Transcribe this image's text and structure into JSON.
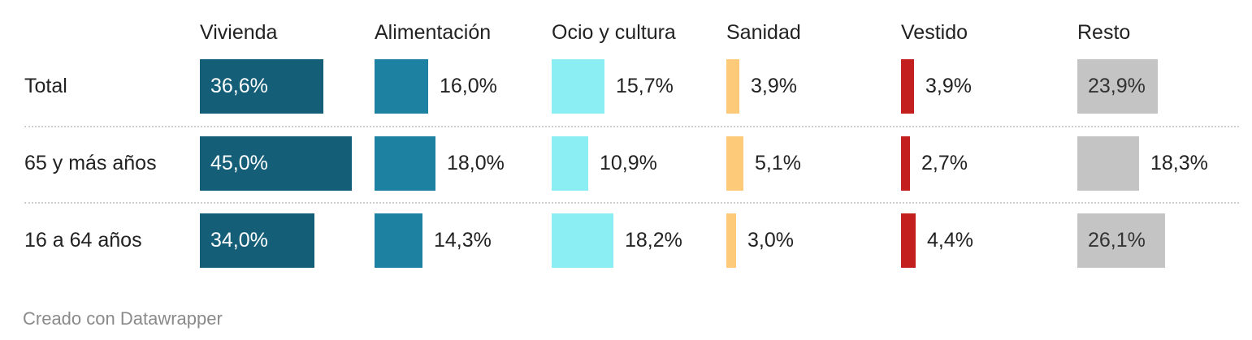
{
  "chart_data": {
    "type": "bar",
    "categories": [
      "Total",
      "65 y más años",
      "16 a 64 años"
    ],
    "series": [
      {
        "name": "Vivienda",
        "values": [
          36.6,
          45.0,
          34.0
        ],
        "labels": [
          "36,6%",
          "45,0%",
          "34,0%"
        ],
        "color": "#155e78",
        "label_color": "#ffffff"
      },
      {
        "name": "Alimentación",
        "values": [
          16.0,
          18.0,
          14.3
        ],
        "labels": [
          "16,0%",
          "18,0%",
          "14,3%"
        ],
        "color": "#1d82a1",
        "label_color": "#222222"
      },
      {
        "name": "Ocio y cultura",
        "values": [
          15.7,
          10.9,
          18.2
        ],
        "labels": [
          "15,7%",
          "10,9%",
          "18,2%"
        ],
        "color": "#8aeef2",
        "label_color": "#222222"
      },
      {
        "name": "Sanidad",
        "values": [
          3.9,
          5.1,
          3.0
        ],
        "labels": [
          "3,9%",
          "5,1%",
          "3,0%"
        ],
        "color": "#fdca79",
        "label_color": "#222222"
      },
      {
        "name": "Vestido",
        "values": [
          3.9,
          2.7,
          4.4
        ],
        "labels": [
          "3,9%",
          "2,7%",
          "4,4%"
        ],
        "color": "#c31f1f",
        "label_color": "#222222"
      },
      {
        "name": "Resto",
        "values": [
          23.9,
          18.3,
          26.1
        ],
        "labels": [
          "23,9%",
          "18,3%",
          "26,1%"
        ],
        "color": "#c4c4c4",
        "label_color": "#333333"
      }
    ]
  },
  "footer": "Creado con Datawrapper"
}
